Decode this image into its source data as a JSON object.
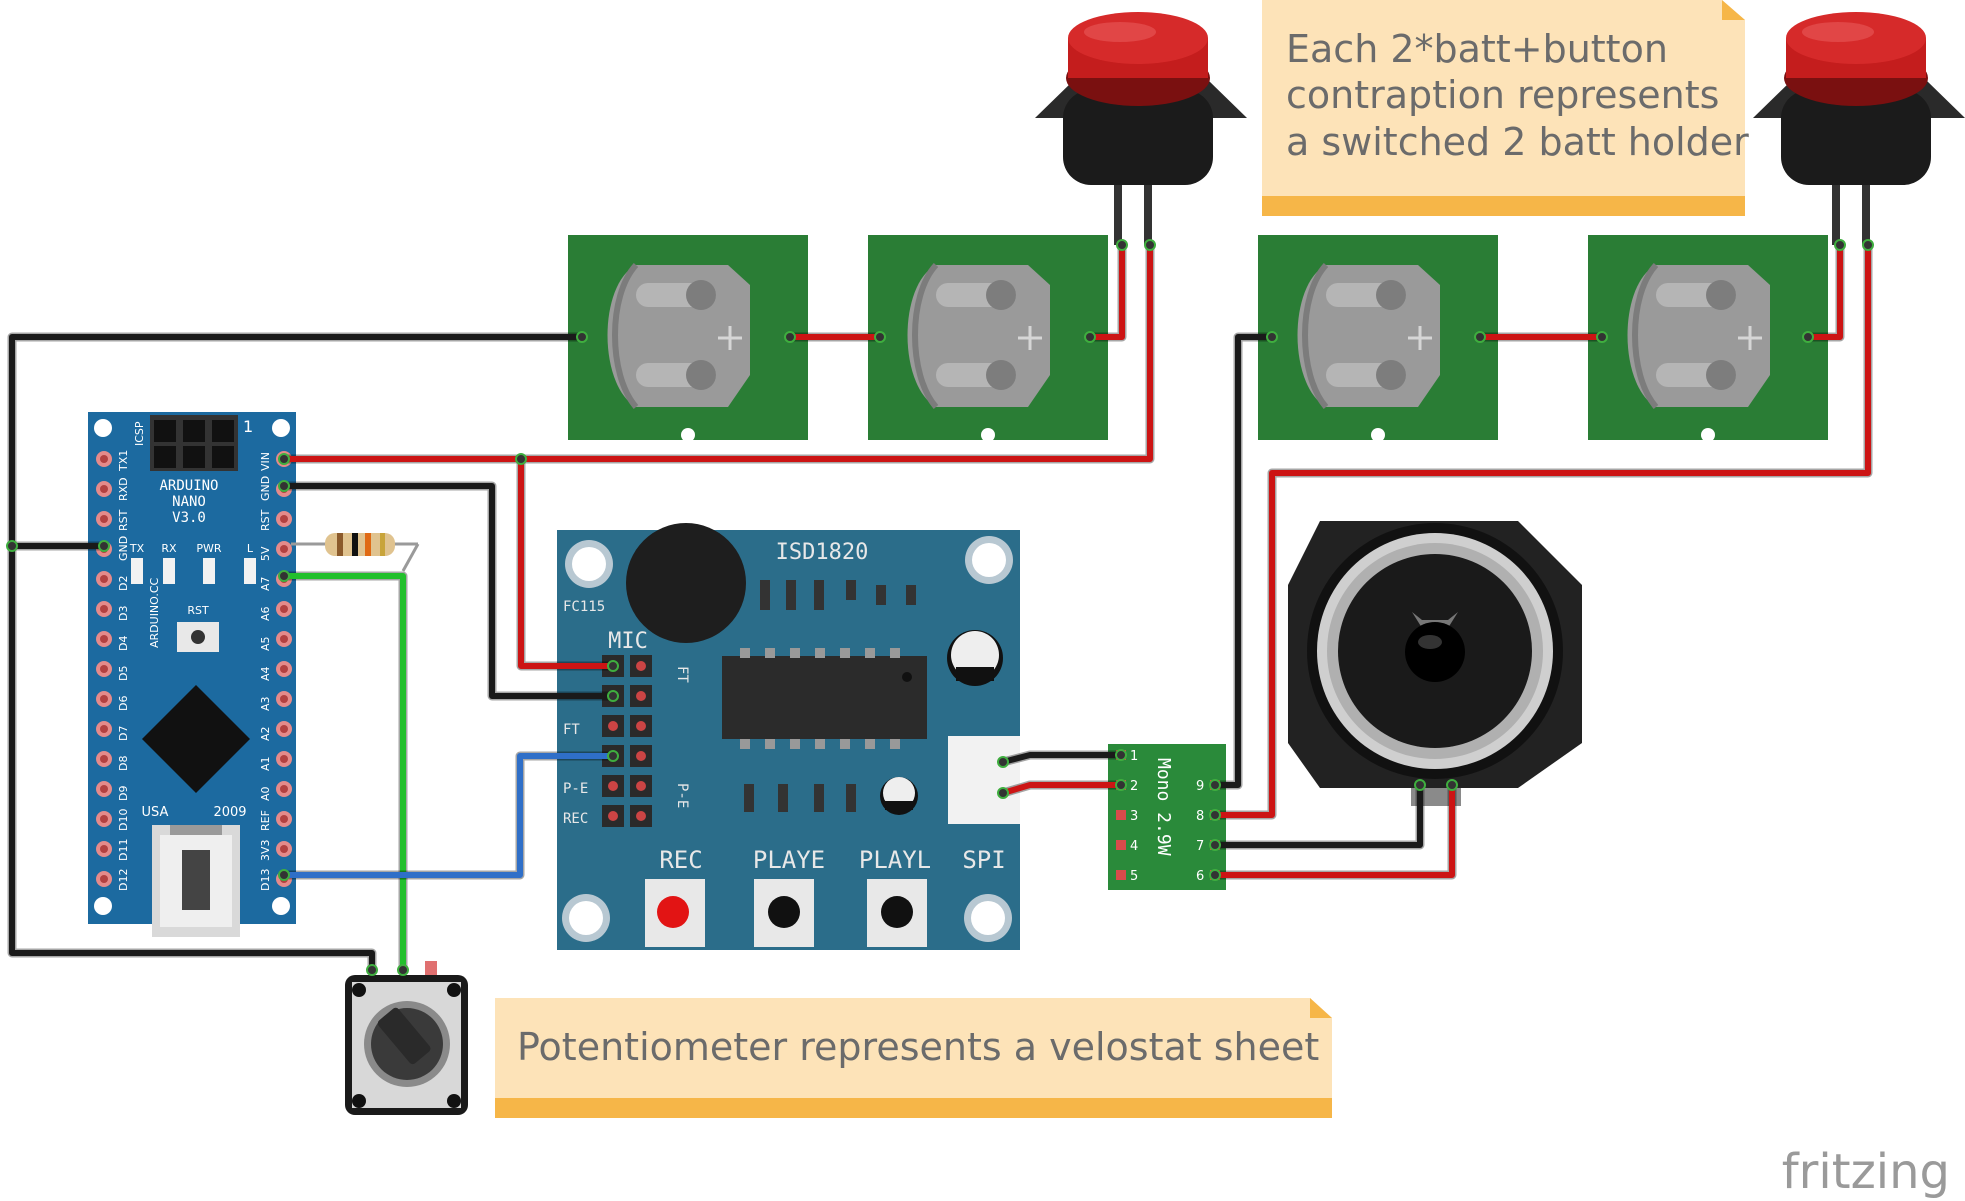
{
  "notes": {
    "battery_note": [
      "Each 2*batt+button",
      "contraption represents",
      "a switched 2 batt holder"
    ],
    "pot_note": "Potentiometer represents a velostat sheet"
  },
  "arduino": {
    "title_lines": [
      "ARDUINO",
      "NANO",
      "V3.0"
    ],
    "icsp": "ICSP",
    "pin1": "1",
    "site": "ARDUINO.CC",
    "rst_label": "RST",
    "usa": "USA",
    "year": "2009",
    "led_labels": [
      "TX",
      "RX",
      "PWR",
      "L"
    ],
    "left_pins": [
      "TX1",
      "RXD",
      "RST",
      "GND",
      "D2",
      "D3",
      "D4",
      "D5",
      "D6",
      "D7",
      "D8",
      "D9",
      "D10",
      "D11",
      "D12"
    ],
    "right_pins": [
      "VIN",
      "GND",
      "RST",
      "5V",
      "A7",
      "A6",
      "A5",
      "A4",
      "A3",
      "A2",
      "A1",
      "A0",
      "REF",
      "3V3",
      "D13"
    ]
  },
  "isd": {
    "title": "ISD1820",
    "model": "FC115",
    "mic": "MIC",
    "header_left": [
      "FT",
      "P-E",
      "REC"
    ],
    "header_right": [
      "FT",
      "P-E"
    ],
    "buttons": [
      "REC",
      "PLAYE",
      "PLAYL",
      "SPI"
    ]
  },
  "amp": {
    "label": "Mono 2.9W",
    "left_pins": [
      "1",
      "2",
      "3",
      "4",
      "5"
    ],
    "right_pins": [
      "9",
      "8",
      "7",
      "6"
    ]
  },
  "brand": "fritzing",
  "colors": {
    "board_green": "#2a7d35",
    "pcb_teal": "#2b6d8a",
    "nano_blue": "#1c6aa0",
    "wire_red": "#cc1414",
    "wire_black": "#1a1a1a",
    "wire_green": "#22c02c",
    "wire_blue": "#2f6fc8",
    "note_fill": "#fde3b8",
    "note_bar": "#f6b648",
    "button_red": "#c41d1d"
  }
}
